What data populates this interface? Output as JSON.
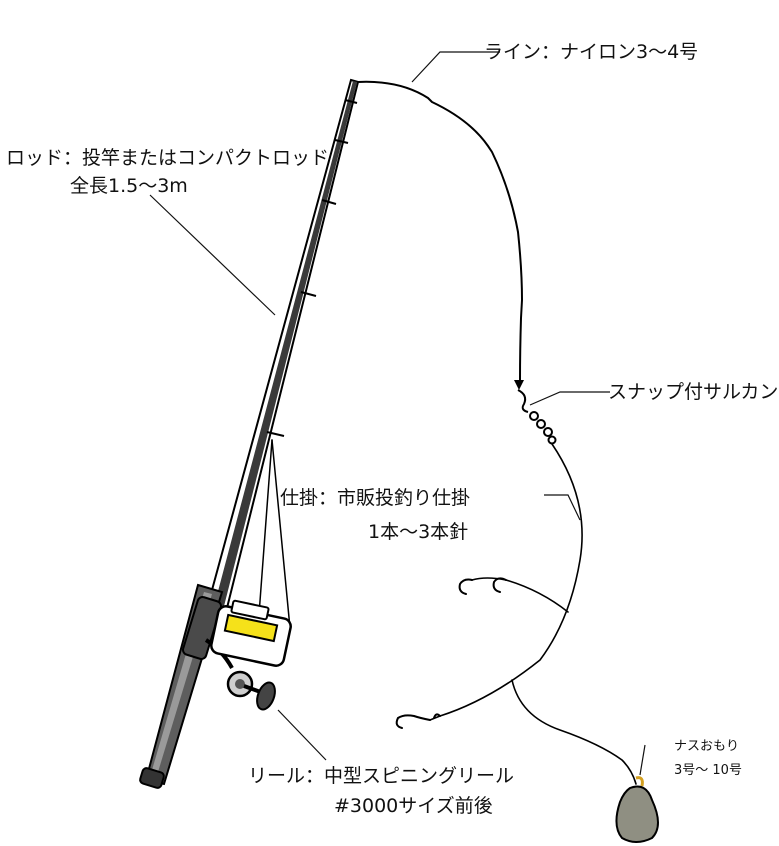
{
  "labels": {
    "line": "ライン：ナイロン3～4号",
    "rod_1": "ロッド：投竿またはコンパクトロッド",
    "rod_2": "全長1.5～3m",
    "snap": "スナップ付サルカン",
    "rig_1": "仕掛：市販投釣り仕掛",
    "rig_2": "1本～3本針",
    "reel_1": "リール：中型スピニングリール",
    "reel_2": "#3000サイズ前後",
    "sinker_1": "ナスおもり",
    "sinker_2": "3号～ 10号"
  },
  "colors": {
    "rod_dark": "#2b2b2b",
    "rod_grip": "#6a6a6a",
    "reel_spool": "#f5e11a",
    "sinker": "#8f8f82",
    "sinker_ring": "#d4a020"
  }
}
